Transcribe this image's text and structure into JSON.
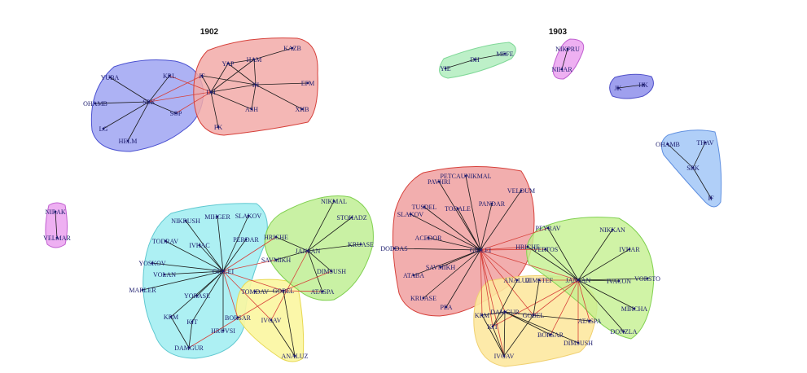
{
  "colors": {
    "intra_edge": "#1a1a1a",
    "inter_edge": "#d6403a",
    "label": "#1c1c6e",
    "dot": "#1c1c6e"
  },
  "panels": [
    {
      "title": "1902",
      "nodes": [
        "YUBA",
        "KRL",
        "OHAMB",
        "SBK",
        "SOP",
        "LG",
        "HELM",
        "YAP",
        "HAM",
        "KAZB",
        "IF",
        "IH",
        "EFM",
        "DH",
        "ASH",
        "XHB",
        "FK",
        "NIRAK",
        "VELMAR",
        "NIKRUSH",
        "MIHGER",
        "SLAKOV",
        "TODRAV",
        "IVHAC",
        "PERDAR",
        "YOSKOV",
        "VOLAN",
        "GIRLEI",
        "MARLER",
        "YORASE",
        "KRM",
        "KIT",
        "BORSAR",
        "HRUVSI",
        "DAMGUR",
        "NIKMAL",
        "STOHADZ",
        "HRICHE",
        "JANSAN",
        "KRUASE",
        "SAVMIKH",
        "DIMSUSH",
        "ATASPA",
        "TOMDAV",
        "GOBEL",
        "IVGAV",
        "ANALUZ"
      ],
      "edges": [
        [
          "SBK",
          "YUBA",
          "intra"
        ],
        [
          "SBK",
          "KRL",
          "intra"
        ],
        [
          "SBK",
          "OHAMB",
          "intra"
        ],
        [
          "SBK",
          "SOP",
          "intra"
        ],
        [
          "SBK",
          "LG",
          "intra"
        ],
        [
          "SBK",
          "HELM",
          "intra"
        ],
        [
          "KRL",
          "DH",
          "inter"
        ],
        [
          "SBK",
          "IF",
          "inter"
        ],
        [
          "SBK",
          "DH",
          "inter"
        ],
        [
          "SOP",
          "DH",
          "inter"
        ],
        [
          "IF",
          "DH",
          "intra"
        ],
        [
          "IF",
          "IH",
          "intra"
        ],
        [
          "DH",
          "YAP",
          "intra"
        ],
        [
          "DH",
          "HAM",
          "intra"
        ],
        [
          "DH",
          "IH",
          "intra"
        ],
        [
          "DH",
          "ASH",
          "intra"
        ],
        [
          "DH",
          "FK",
          "intra"
        ],
        [
          "YAP",
          "HAM",
          "intra"
        ],
        [
          "YAP",
          "IH",
          "intra"
        ],
        [
          "HAM",
          "KAZB",
          "intra"
        ],
        [
          "HAM",
          "IH",
          "intra"
        ],
        [
          "IH",
          "EFM",
          "intra"
        ],
        [
          "IH",
          "XHB",
          "intra"
        ],
        [
          "IH",
          "ASH",
          "intra"
        ],
        [
          "NIRAK",
          "VELMAR",
          "intra"
        ],
        [
          "GIRLEI",
          "NIKRUSH",
          "intra"
        ],
        [
          "GIRLEI",
          "MIHGER",
          "intra"
        ],
        [
          "GIRLEI",
          "SLAKOV",
          "intra"
        ],
        [
          "GIRLEI",
          "TODRAV",
          "intra"
        ],
        [
          "GIRLEI",
          "IVHAC",
          "intra"
        ],
        [
          "GIRLEI",
          "PERDAR",
          "intra"
        ],
        [
          "GIRLEI",
          "YOSKOV",
          "intra"
        ],
        [
          "GIRLEI",
          "VOLAN",
          "intra"
        ],
        [
          "GIRLEI",
          "MARLER",
          "intra"
        ],
        [
          "GIRLEI",
          "YORASE",
          "intra"
        ],
        [
          "GIRLEI",
          "KRM",
          "intra"
        ],
        [
          "GIRLEI",
          "KIT",
          "intra"
        ],
        [
          "GIRLEI",
          "HRUVSI",
          "intra"
        ],
        [
          "KRM",
          "DAMGUR",
          "intra"
        ],
        [
          "KIT",
          "DAMGUR",
          "intra"
        ],
        [
          "GIRLEI",
          "HRICHE",
          "inter"
        ],
        [
          "GIRLEI",
          "SAVMIKH",
          "inter"
        ],
        [
          "GIRLEI",
          "GOBEL",
          "inter"
        ],
        [
          "GIRLEI",
          "IVGAV",
          "inter"
        ],
        [
          "GIRLEI",
          "BORSAR",
          "inter"
        ],
        [
          "DAMGUR",
          "GOBEL",
          "inter"
        ],
        [
          "JANSAN",
          "NIKMAL",
          "intra"
        ],
        [
          "JANSAN",
          "STOHADZ",
          "intra"
        ],
        [
          "JANSAN",
          "KRUASE",
          "intra"
        ],
        [
          "JANSAN",
          "HRICHE",
          "intra"
        ],
        [
          "JANSAN",
          "SAVMIKH",
          "intra"
        ],
        [
          "JANSAN",
          "DIMSUSH",
          "intra"
        ],
        [
          "JANSAN",
          "ATASPA",
          "intra"
        ],
        [
          "JANSAN",
          "IVGAV",
          "inter"
        ],
        [
          "GOBEL",
          "DIMSUSH",
          "inter"
        ],
        [
          "GOBEL",
          "ATASPA",
          "inter"
        ],
        [
          "GOBEL",
          "ANALUZ",
          "intra"
        ],
        [
          "GOBEL",
          "TOMDAV",
          "intra"
        ],
        [
          "IVGAV",
          "ANALUZ",
          "intra"
        ]
      ]
    },
    {
      "title": "1903",
      "nodes": [
        "YIE",
        "DH",
        "MEFE",
        "NIKPRU",
        "NIHAR",
        "JK",
        "HK",
        "OHAMB",
        "THAV",
        "SBK",
        "IF",
        "PETCAUNIKMAL",
        "PAVHRI",
        "VELDUM",
        "PANDAR",
        "TUSDEL",
        "TODALE",
        "SLAKOV",
        "ACEDOR",
        "DODDAS",
        "GIRLEI",
        "SAVMIKH",
        "ATABA",
        "KRUASE",
        "PEA",
        "PEYRAV",
        "HRICHE",
        "VERTOS",
        "NIKKAN",
        "IVHAR",
        "JANSAN",
        "IVACON",
        "VORSTO",
        "MIHCHA",
        "DONZLA",
        "ANALUZ",
        "DIMSTEF",
        "KRM",
        "DAMGUR",
        "GOBEL",
        "KIT",
        "ATASPA",
        "BORSAR",
        "DIMSUSH",
        "IVGAV"
      ],
      "edges": [
        [
          "YIE",
          "DH",
          "intra"
        ],
        [
          "DH",
          "MEFE",
          "intra"
        ],
        [
          "NIKPRU",
          "NIHAR",
          "intra"
        ],
        [
          "JK",
          "HK",
          "intra"
        ],
        [
          "OHAMB",
          "SBK",
          "intra"
        ],
        [
          "THAV",
          "SBK",
          "intra"
        ],
        [
          "SBK",
          "IF",
          "intra"
        ],
        [
          "GIRLEI",
          "PETCAUNIKMAL",
          "intra"
        ],
        [
          "GIRLEI",
          "PAVHRI",
          "intra"
        ],
        [
          "GIRLEI",
          "VELDUM",
          "intra"
        ],
        [
          "GIRLEI",
          "PANDAR",
          "intra"
        ],
        [
          "GIRLEI",
          "TUSDEL",
          "intra"
        ],
        [
          "GIRLEI",
          "TODALE",
          "intra"
        ],
        [
          "GIRLEI",
          "SLAKOV",
          "intra"
        ],
        [
          "GIRLEI",
          "ACEDOR",
          "intra"
        ],
        [
          "GIRLEI",
          "DODDAS",
          "intra"
        ],
        [
          "GIRLEI",
          "SAVMIKH",
          "intra"
        ],
        [
          "GIRLEI",
          "ATABA",
          "intra"
        ],
        [
          "GIRLEI",
          "KRUASE",
          "intra"
        ],
        [
          "GIRLEI",
          "PEA",
          "intra"
        ],
        [
          "GIRLEI",
          "PEYRAV",
          "inter"
        ],
        [
          "GIRLEI",
          "HRICHE",
          "inter"
        ],
        [
          "GIRLEI",
          "VERTOS",
          "inter"
        ],
        [
          "GIRLEI",
          "JANSAN",
          "inter"
        ],
        [
          "GIRLEI",
          "KRM",
          "inter"
        ],
        [
          "GIRLEI",
          "DAMGUR",
          "inter"
        ],
        [
          "GIRLEI",
          "KIT",
          "inter"
        ],
        [
          "GIRLEI",
          "IVGAV",
          "inter"
        ],
        [
          "GIRLEI",
          "GOBEL",
          "inter"
        ],
        [
          "GIRLEI",
          "ANALUZ",
          "inter"
        ],
        [
          "JANSAN",
          "PEYRAV",
          "intra"
        ],
        [
          "JANSAN",
          "HRICHE",
          "intra"
        ],
        [
          "JANSAN",
          "VERTOS",
          "intra"
        ],
        [
          "JANSAN",
          "NIKKAN",
          "intra"
        ],
        [
          "JANSAN",
          "IVHAR",
          "intra"
        ],
        [
          "JANSAN",
          "IVACON",
          "intra"
        ],
        [
          "JANSAN",
          "VORSTO",
          "intra"
        ],
        [
          "JANSAN",
          "MIHCHA",
          "intra"
        ],
        [
          "JANSAN",
          "DONZLA",
          "intra"
        ],
        [
          "JANSAN",
          "DIMSTEF",
          "inter"
        ],
        [
          "JANSAN",
          "GOBEL",
          "inter"
        ],
        [
          "JANSAN",
          "BORSAR",
          "inter"
        ],
        [
          "JANSAN",
          "ATASPA",
          "inter"
        ],
        [
          "JANSAN",
          "DIMSUSH",
          "inter"
        ],
        [
          "JANSAN",
          "KIT",
          "inter"
        ],
        [
          "DAMGUR",
          "GOBEL",
          "intra"
        ],
        [
          "DAMGUR",
          "KRM",
          "intra"
        ],
        [
          "DAMGUR",
          "KIT",
          "intra"
        ],
        [
          "DAMGUR",
          "IVGAV",
          "intra"
        ],
        [
          "KIT",
          "IVGAV",
          "intra"
        ],
        [
          "KRM",
          "IVGAV",
          "intra"
        ],
        [
          "GOBEL",
          "ATASPA",
          "intra"
        ],
        [
          "GOBEL",
          "DIMSTEF",
          "intra"
        ],
        [
          "GOBEL",
          "IVGAV",
          "intra"
        ],
        [
          "DAMGUR",
          "DIMSUSH",
          "intra"
        ],
        [
          "DAMGUR",
          "BORSAR",
          "intra"
        ],
        [
          "ANALUZ",
          "KIT",
          "intra"
        ]
      ]
    }
  ]
}
